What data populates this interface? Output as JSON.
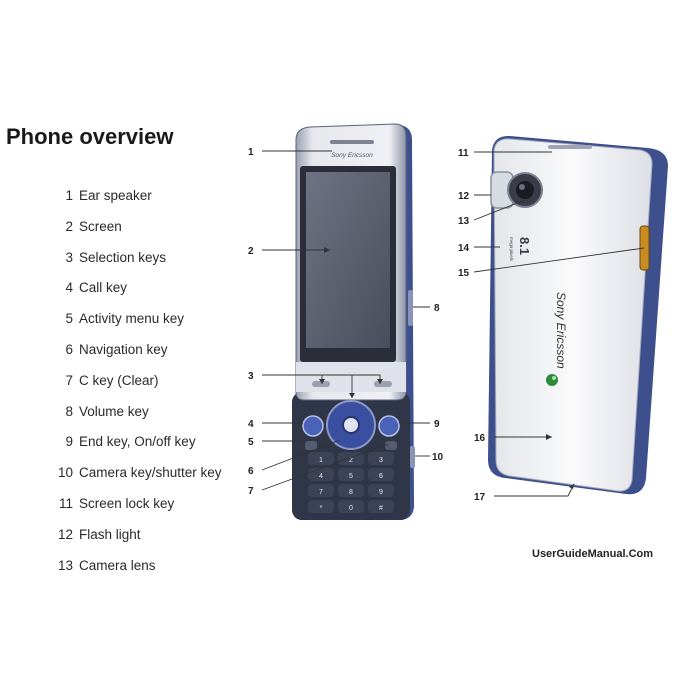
{
  "title": "Phone overview",
  "legend": [
    {
      "num": "1",
      "label": "Ear speaker"
    },
    {
      "num": "2",
      "label": "Screen"
    },
    {
      "num": "3",
      "label": "Selection keys"
    },
    {
      "num": "4",
      "label": "Call key"
    },
    {
      "num": "5",
      "label": "Activity menu key"
    },
    {
      "num": "6",
      "label": "Navigation key"
    },
    {
      "num": "7",
      "label": "C key (Clear)"
    },
    {
      "num": "8",
      "label": "Volume key"
    },
    {
      "num": "9",
      "label": "End key, On/off key"
    },
    {
      "num": "10",
      "label": "Camera key/shutter key"
    },
    {
      "num": "11",
      "label": "Screen lock key"
    },
    {
      "num": "12",
      "label": "Flash light"
    },
    {
      "num": "13",
      "label": "Camera lens"
    }
  ],
  "callouts": [
    "1",
    "2",
    "3",
    "4",
    "5",
    "6",
    "7",
    "8",
    "9",
    "10",
    "11",
    "12",
    "13",
    "14",
    "15",
    "16",
    "17"
  ],
  "credit": "UserGuideManual.Com",
  "brand": "Sony Ericsson",
  "camera_badge": "8.1",
  "camera_badge_unit": "mega pixels",
  "keypad_keys": [
    "1",
    "2",
    "3",
    "4",
    "5",
    "6",
    "7",
    "8",
    "9",
    "*",
    "0",
    "#"
  ],
  "colors": {
    "phone_blue": "#3d4f8c",
    "body_silver": "#c9ccd6",
    "screen": "#5b5f6e",
    "back_white": "#f2f3f5",
    "accent_green": "#2e8a3a"
  }
}
